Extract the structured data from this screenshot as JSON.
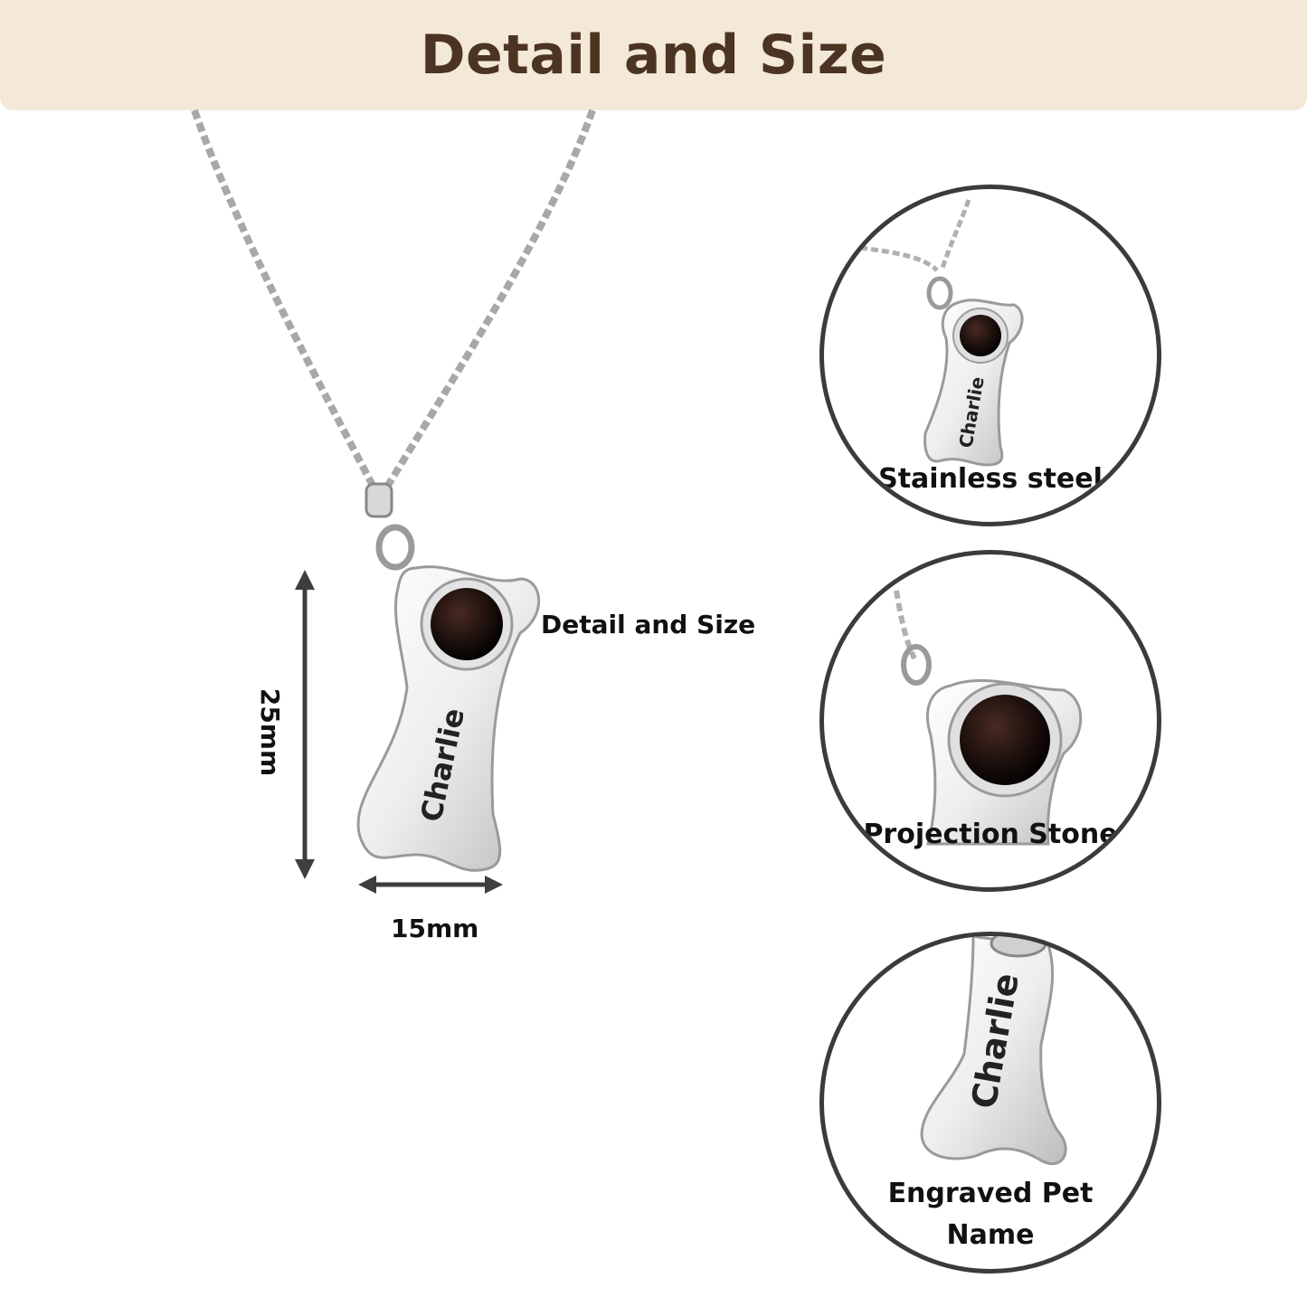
{
  "header": {
    "title": "Detail and Size"
  },
  "main": {
    "pendant_engraving": "Charlie",
    "detail_label": "Detail and Size",
    "height_label": "25mm",
    "width_label": "15mm"
  },
  "features": [
    {
      "caption": "Stainless steel",
      "engraving": "Charlie"
    },
    {
      "caption": "Projection Stone"
    },
    {
      "caption": "Engraved Pet Name",
      "engraving": "Charlie"
    }
  ],
  "colors": {
    "banner_bg": "#f4e8d8",
    "title": "#4b3421",
    "circle_border": "#3b3b3b",
    "stone": "#1b0f0c"
  }
}
